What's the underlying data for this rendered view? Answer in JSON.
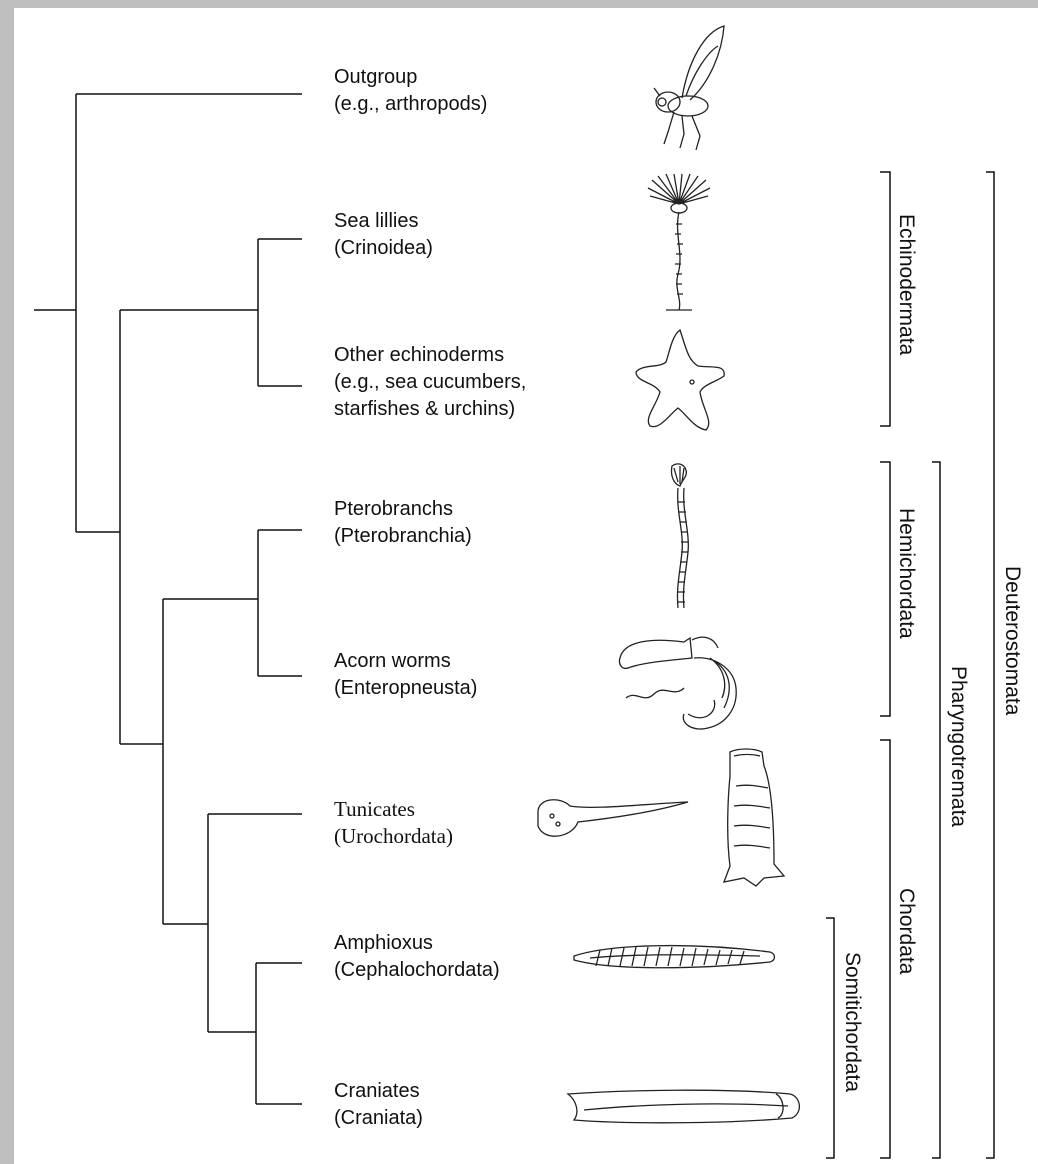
{
  "taxa": [
    {
      "name": "Outgroup",
      "sub": "(e.g., arthropods)"
    },
    {
      "name": "Sea lillies",
      "sub": "(Crinoidea)"
    },
    {
      "name": "Other echinoderms",
      "sub": "(e.g., sea cucumbers,",
      "sub2": "starfishes & urchins)"
    },
    {
      "name": "Pterobranchs",
      "sub": "(Pterobranchia)"
    },
    {
      "name": "Acorn worms",
      "sub": "(Enteropneusta)"
    },
    {
      "name": "Tunicates",
      "sub": "(Urochordata)"
    },
    {
      "name": "Amphioxus",
      "sub": "(Cephalochordata)"
    },
    {
      "name": "Craniates",
      "sub": "(Craniata)"
    }
  ],
  "clades": {
    "echinodermata": "Echinodermata",
    "hemichordata": "Hemichordata",
    "chordata": "Chordata",
    "somitichordata": "Somitichordata",
    "pharyngotremata": "Pharyngotremata",
    "deuterostomata": "Deuterostomata"
  },
  "icons": [
    "fly-icon",
    "sea-lily-icon",
    "starfish-icon",
    "pterobranch-icon",
    "acorn-worm-icon",
    "tunicate-larva-icon",
    "tunicate-adult-icon",
    "amphioxus-icon",
    "craniate-icon"
  ],
  "colors": {
    "line": "#111111",
    "frame": "#bfbfbf"
  }
}
